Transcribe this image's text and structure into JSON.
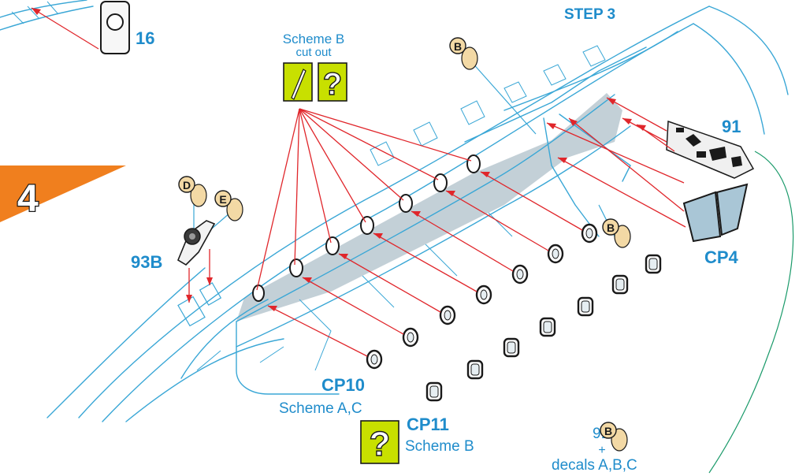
{
  "step_label": "STEP 3",
  "step_number": "4",
  "labels": {
    "part_16": "16",
    "part_91": "91",
    "part_93b": "93B",
    "cp4": "CP4",
    "cp10": "CP10",
    "cp10_scheme": "Scheme A,C",
    "cp11": "CP11",
    "cp11_scheme": "Scheme B",
    "scheme_b_line1": "Scheme B",
    "scheme_b_line2": "cut out",
    "footnote_part": "91",
    "footnote_plus": "+",
    "footnote_decals": "decals A,B,C"
  },
  "paint_markers": [
    {
      "id": "marker-b-top",
      "letter": "B"
    },
    {
      "id": "marker-d",
      "letter": "D"
    },
    {
      "id": "marker-e",
      "letter": "E"
    },
    {
      "id": "marker-b-mid",
      "letter": "B"
    },
    {
      "id": "marker-b-footnote",
      "letter": "B"
    }
  ],
  "colors": {
    "line_blue": "#3aa7d6",
    "label_blue": "#1f8ccb",
    "arrow_red": "#e0262b",
    "step_orange": "#f07f1e",
    "highlight_yellow": "#c8e000",
    "interior_grey": "#b8c8d0",
    "marker_fill": "#f3d9a5",
    "leader_green": "#1a9a6a"
  }
}
